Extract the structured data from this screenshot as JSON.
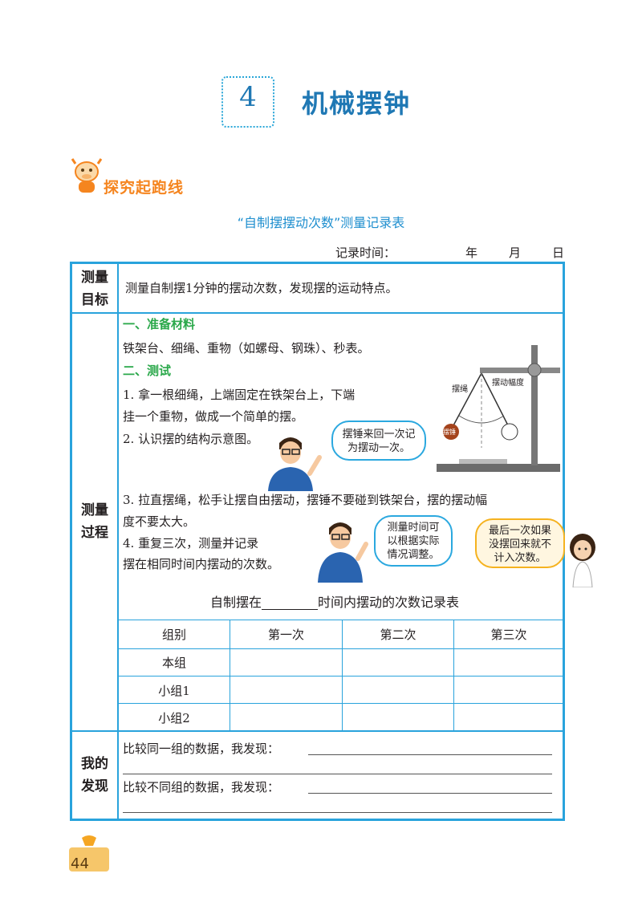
{
  "chapter": {
    "number": "4",
    "title": "机械摆钟"
  },
  "section": {
    "title": "探究起跑线"
  },
  "record_table": {
    "title": "“自制摆摆动次数”测量记录表",
    "record_time_label": "记录时间：",
    "year": "年",
    "month": "月",
    "day": "日"
  },
  "goal": {
    "label_line1": "测量",
    "label_line2": "目标",
    "text": "测量自制摆1分钟的摆动次数，发现摆的运动特点。"
  },
  "process": {
    "label_line1": "测量",
    "label_line2": "过程",
    "materials_heading": "一、准备材料",
    "materials_text": "铁架台、细绳、重物（如螺母、钢珠）、秒表。",
    "test_heading": "二、测试",
    "step1_line1": "1.  拿一根细绳，上端固定在铁架台上，下端",
    "step1_line2": "挂一个重物，做成一个简单的摆。",
    "step2": "2.  认识摆的结构示意图。",
    "step3_line1": "3.  拉直摆绳，松手让摆自由摆动，摆锤不要碰到铁架台，摆的摆动幅",
    "step3_line2": "度不要太大。",
    "step4_line1": "4.  重复三次，测量并记录",
    "step4_line2": "摆在相同时间内摆动的次数。",
    "bubble1_line1": "摆锤来回一次记",
    "bubble1_line2": "为摆动一次。",
    "bubble2_line1": "测量时间可",
    "bubble2_line2": "以根据实际",
    "bubble2_line3": "情况调整。",
    "bubble3_line1": "最后一次如果",
    "bubble3_line2": "没摆回来就不",
    "bubble3_line3": "计入次数。",
    "diagram_labels": {
      "rope": "摆绳",
      "amplitude": "摆动幅度",
      "bob": "摆锤"
    },
    "subtable_title_prefix": "自制摆在",
    "subtable_title_suffix": "时间内摆动的次数记录表",
    "subtable_headers": [
      "组别",
      "第一次",
      "第二次",
      "第三次"
    ],
    "subtable_rows": [
      "本组",
      "小组1",
      "小组2"
    ]
  },
  "findings": {
    "label_line1": "我的",
    "label_line2": "发现",
    "prompt1": "比较同一组的数据，我发现：",
    "prompt2": "比较不同组的数据，我发现："
  },
  "page_number": "44",
  "colors": {
    "accent_blue": "#29a3dc",
    "heading_green": "#2aa84a",
    "banner_orange": "#f5851f"
  }
}
